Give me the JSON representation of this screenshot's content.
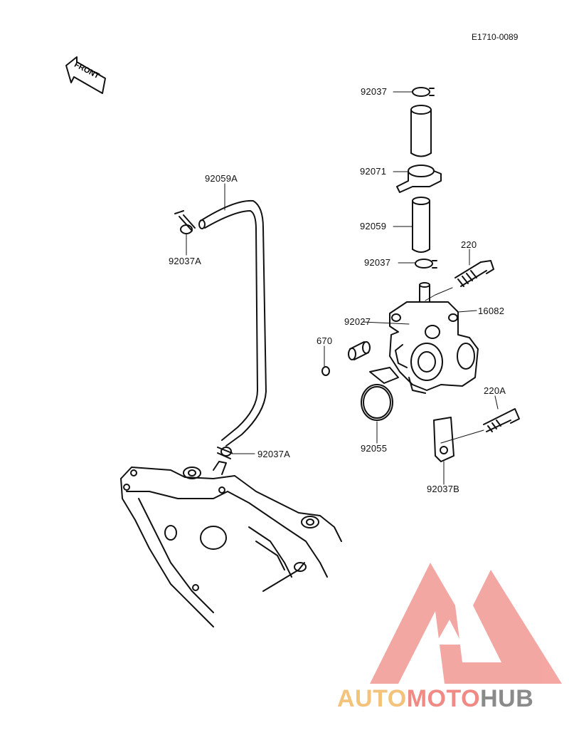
{
  "document_code": "E1710-0089",
  "front_arrow_text": "FRONT",
  "parts": {
    "p92037_top": "92037",
    "p92071": "92071",
    "p92059": "92059",
    "p92037_mid": "92037",
    "p220": "220",
    "p16082": "16082",
    "p92027": "92027",
    "p670": "670",
    "p220A": "220A",
    "p92055": "92055",
    "p92037B": "92037B",
    "p92059A": "92059A",
    "p92037A_top": "92037A",
    "p92037A_bottom": "92037A"
  },
  "watermark": {
    "part1": "AUTO",
    "part2": "MOTO",
    "part3": "HUB"
  },
  "colors": {
    "line": "#111111",
    "watermark_red": "#f08a84",
    "watermark_orange": "#f3c37c",
    "watermark_gray": "#8a8a8a"
  }
}
